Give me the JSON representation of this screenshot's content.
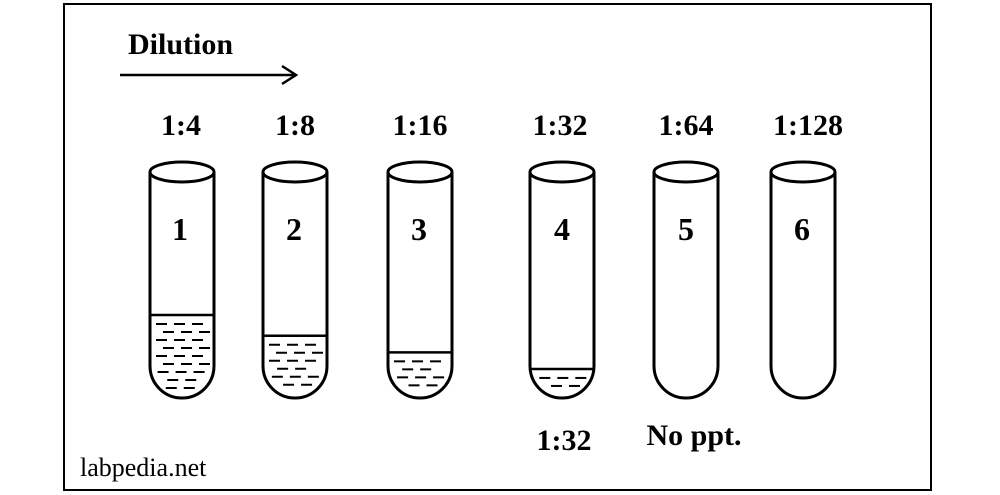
{
  "header": {
    "direction_label": "Dilution"
  },
  "tubes": [
    {
      "number": "1",
      "dilution": "1:4",
      "precipitate_level": 1.0
    },
    {
      "number": "2",
      "dilution": "1:8",
      "precipitate_level": 0.75
    },
    {
      "number": "3",
      "dilution": "1:16",
      "precipitate_level": 0.55
    },
    {
      "number": "4",
      "dilution": "1:32",
      "precipitate_level": 0.35
    },
    {
      "number": "5",
      "dilution": "1:64",
      "precipitate_level": 0
    },
    {
      "number": "6",
      "dilution": "1:128",
      "precipitate_level": 0
    }
  ],
  "annotations": {
    "titer_label": "1:32",
    "no_precipitate_label": "No ppt."
  },
  "footer": {
    "watermark": "labpedia.net"
  },
  "colors": {
    "stroke": "#000000",
    "background": "#ffffff"
  }
}
